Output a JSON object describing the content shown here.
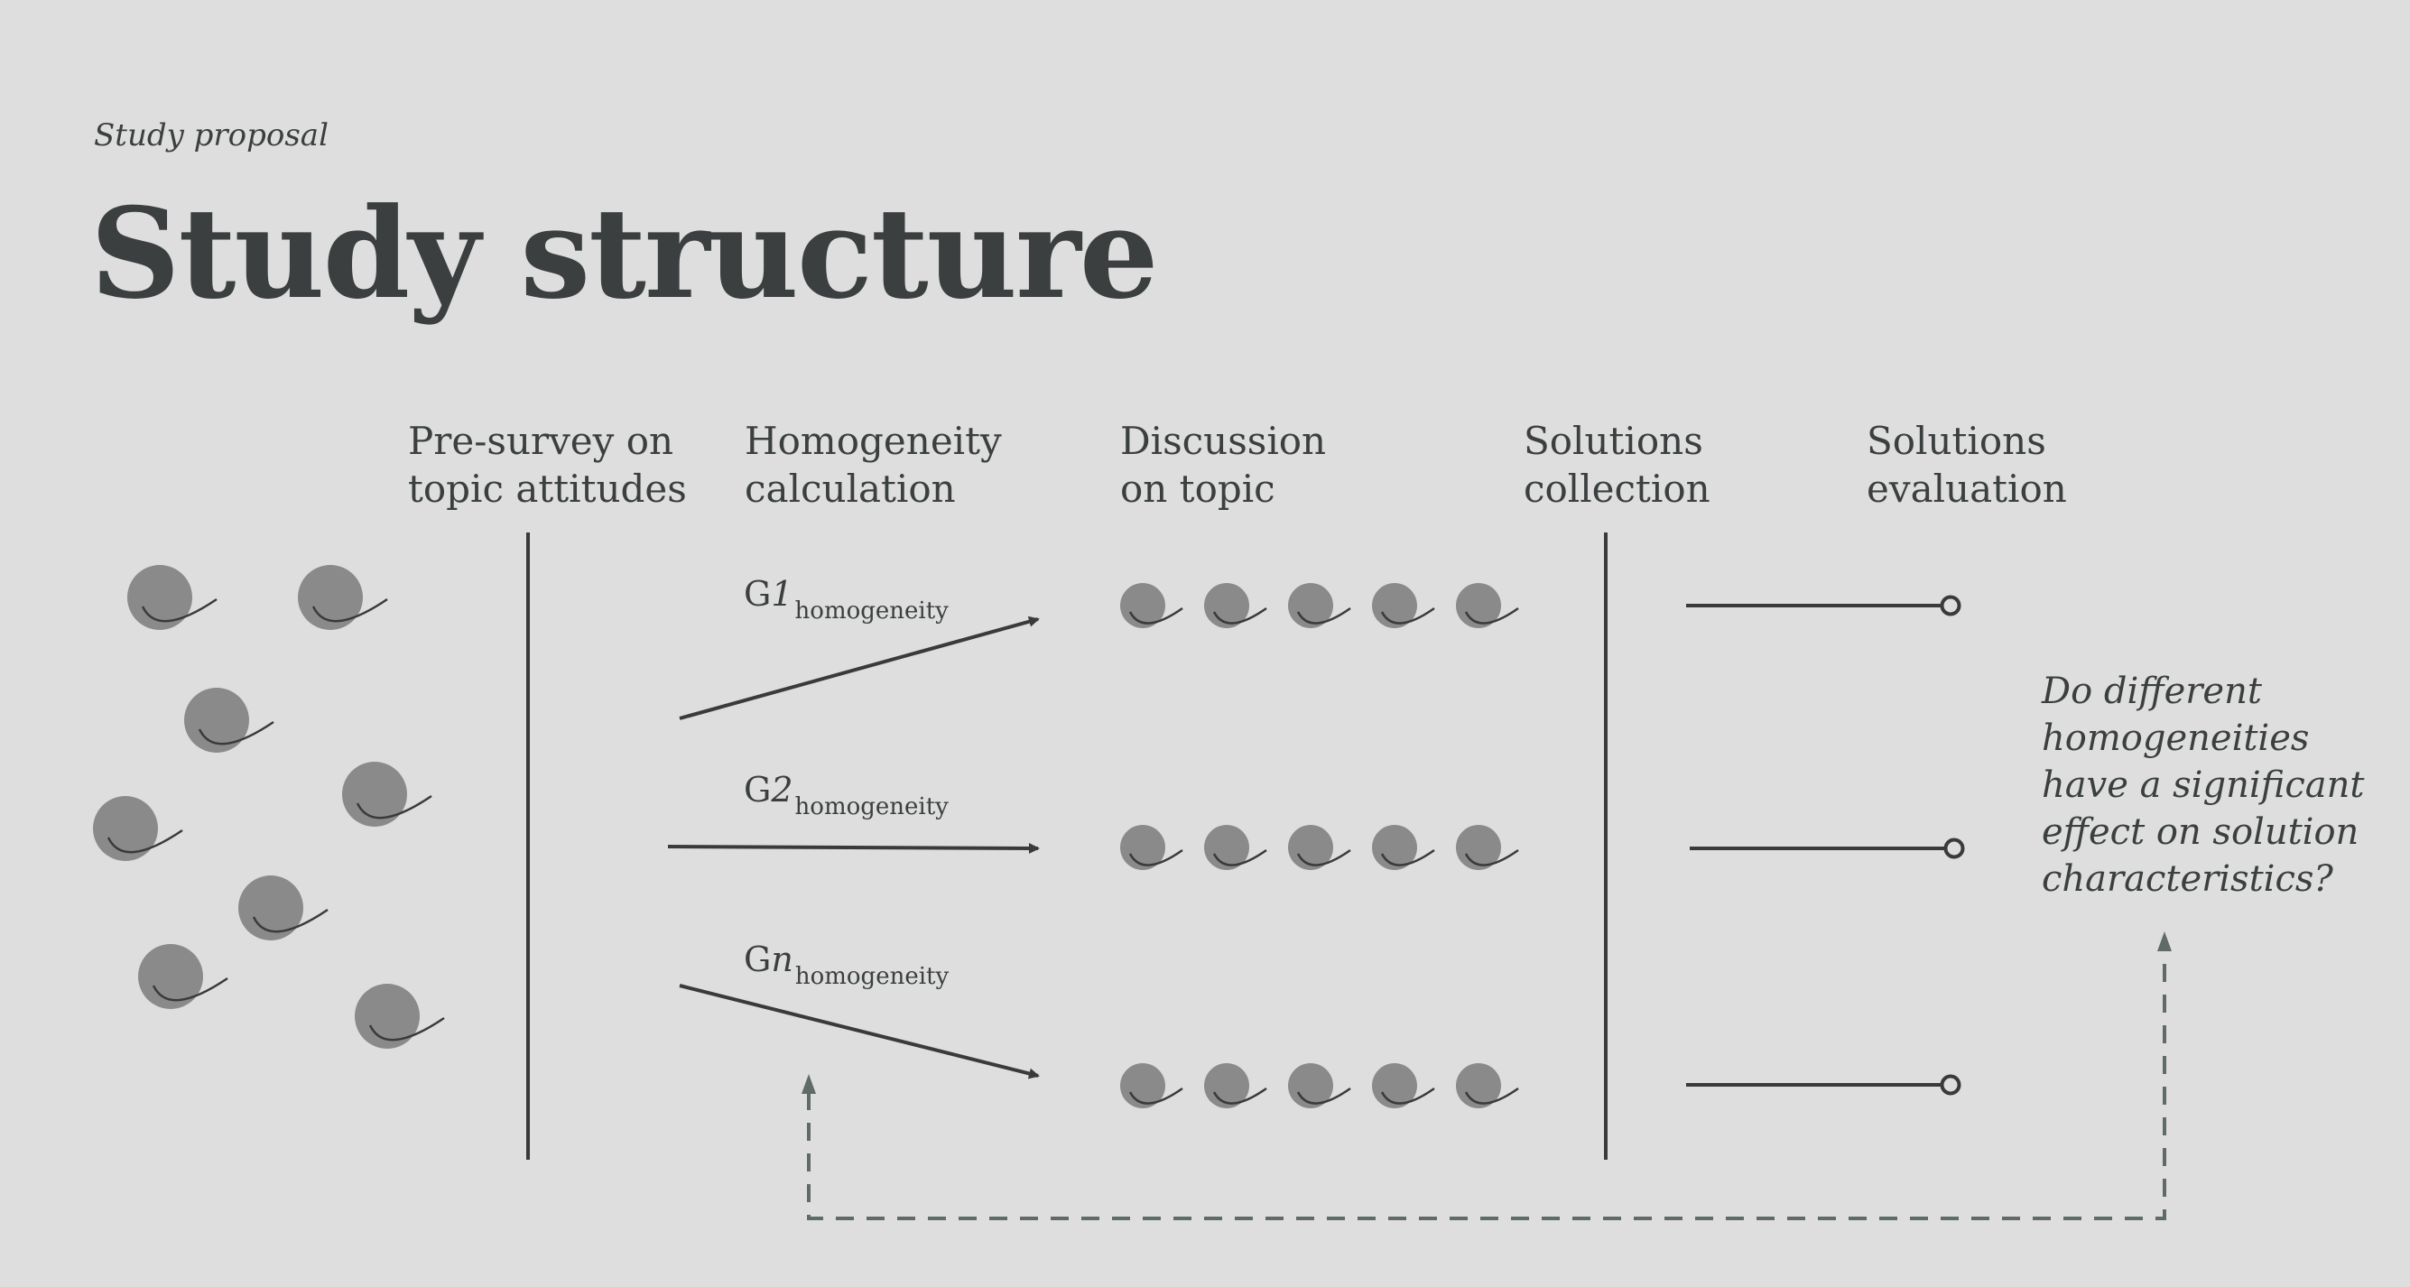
{
  "header": {
    "eyebrow": "Study proposal",
    "title": "Study structure"
  },
  "stages": [
    {
      "id": "pre-survey",
      "label": "Pre-survey on\ntopic attitudes"
    },
    {
      "id": "homogeneity",
      "label": "Homogeneity\ncalculation"
    },
    {
      "id": "discussion",
      "label": "Discussion\non topic"
    },
    {
      "id": "collection",
      "label": "Solutions\ncollection"
    },
    {
      "id": "evaluation",
      "label": "Solutions\nevaluation"
    }
  ],
  "groups": [
    {
      "prefix": "G",
      "index": "1",
      "subscript": "homogeneity"
    },
    {
      "prefix": "G",
      "index": "2",
      "subscript": "homogeneity"
    },
    {
      "prefix": "G",
      "index": "n",
      "subscript": "homogeneity"
    }
  ],
  "question": "Do different\nhomogeneities\nhave a significant\neffect on solution\ncharacteristics?",
  "colors": {
    "background": "#dedede",
    "text": "#3b3f3f",
    "participant": "#8a8a8a",
    "line": "#3a3a3a",
    "feedback_dashed": "#5f6b68"
  },
  "icons": {
    "participant": "participant-icon",
    "feedback": "dashed-feedback-arrow"
  }
}
